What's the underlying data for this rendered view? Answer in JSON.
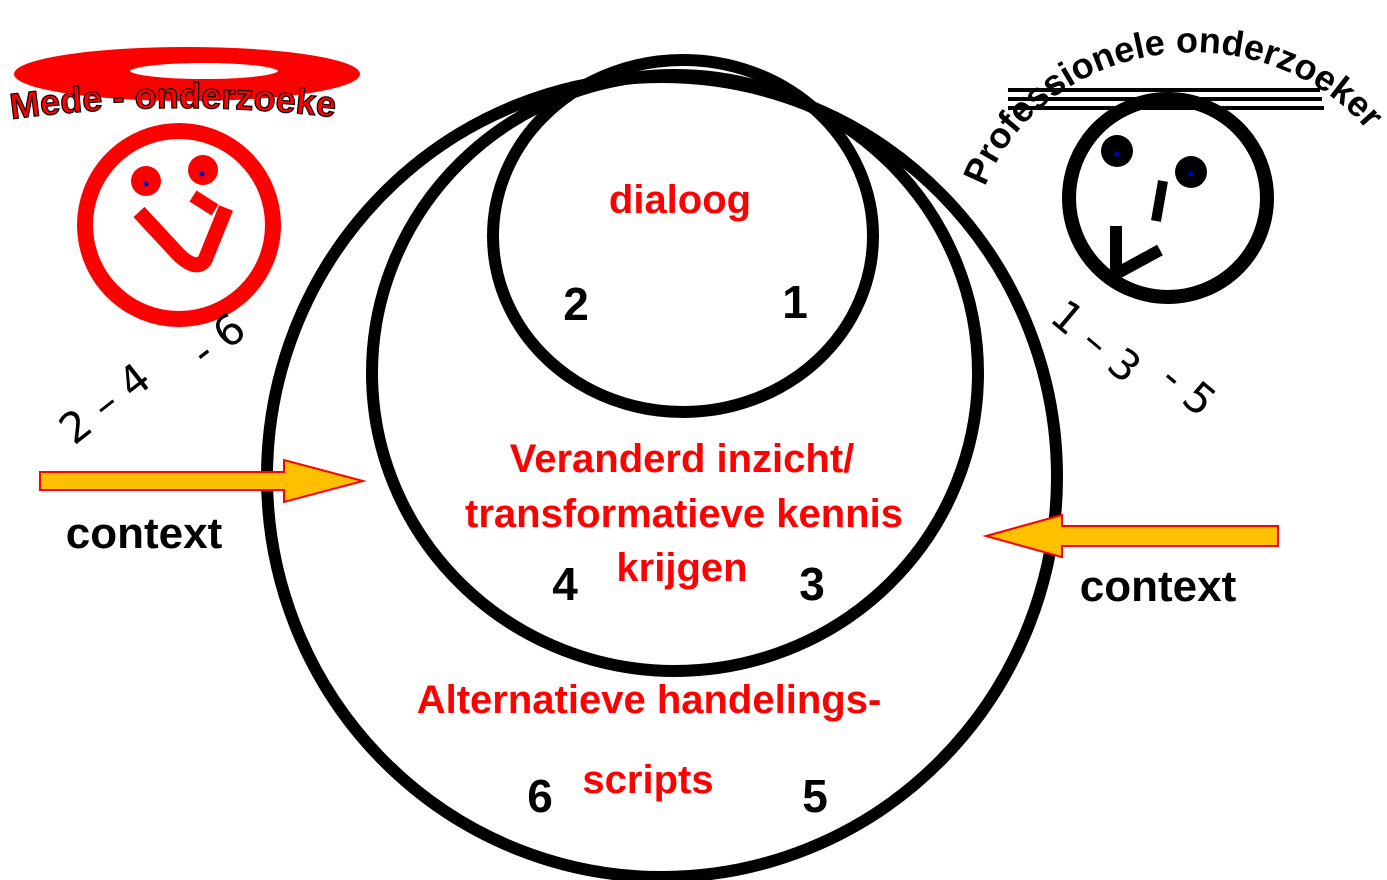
{
  "diagram": {
    "circles": {
      "inner_label": "dialoog",
      "middle_label_line1": "Veranderd inzicht/",
      "middle_label_line2": "transformatieve kennis",
      "middle_label_line3": "krijgen",
      "outer_label_line1": "Alternatieve handelings-",
      "outer_label_line2": "scripts"
    },
    "numbers": {
      "n1": "1",
      "n2": "2",
      "n3": "3",
      "n4": "4",
      "n5": "5",
      "n6": "6"
    },
    "left_figure": {
      "title": "Mede - onderzoeker",
      "sequence_a": "2 – 4",
      "sequence_b": "- 6"
    },
    "right_figure": {
      "title": "Professionele onderzoeker",
      "sequence_a": "1 – 3",
      "sequence_b": "- 5"
    },
    "left_context": "context",
    "right_context": "context",
    "colors": {
      "red": "#ff0000",
      "arrow_fill": "#ffc000",
      "arrow_stroke": "#ff0000",
      "ink": "#000000"
    }
  }
}
